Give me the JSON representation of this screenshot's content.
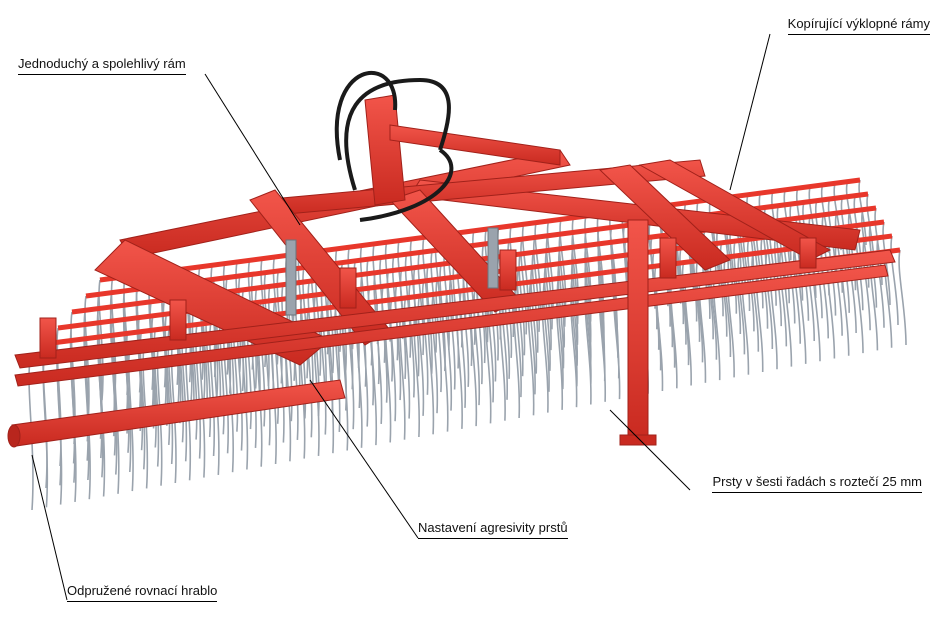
{
  "callouts": {
    "frame": "Jednoduchý a spolehlivý rám",
    "tilting_frames": "Kopírující výklopné rámy",
    "tines": "Prsty v šesti řadách s roztečí 25 mm",
    "aggressiveness": "Nastavení agresivity prstů",
    "leveling_harrow": "Odpružené rovnací hrablo"
  },
  "colors": {
    "frame_red": "#e8372b",
    "frame_dark_red": "#b8261d",
    "tine_silver": "#9aa3ad",
    "hose_black": "#1a1a1a",
    "leader_line": "#000000"
  }
}
